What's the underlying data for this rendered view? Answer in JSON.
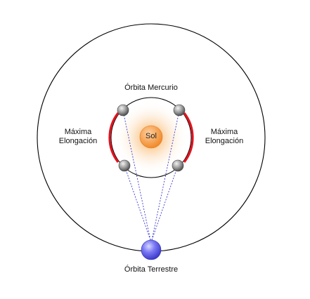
{
  "labels": {
    "mercury_orbit": "Órbita Mercurio",
    "earth_orbit": "Órbita Terrestre",
    "max_elongation_left_1": "Máxima",
    "max_elongation_left_2": "Elongación",
    "max_elongation_right_1": "Máxima",
    "max_elongation_right_2": "Elongación",
    "sun": "Sol"
  },
  "colors": {
    "earth_orbit": "#000000",
    "mercury_orbit": "#000000",
    "elongation_arc": "#e0141e",
    "sightline": "#3a3ad0",
    "sun_core": "#f6a040",
    "sun_glow": "#fbd3a5",
    "earth": "#6f6cf0",
    "mercury": "#8a8a8a"
  }
}
